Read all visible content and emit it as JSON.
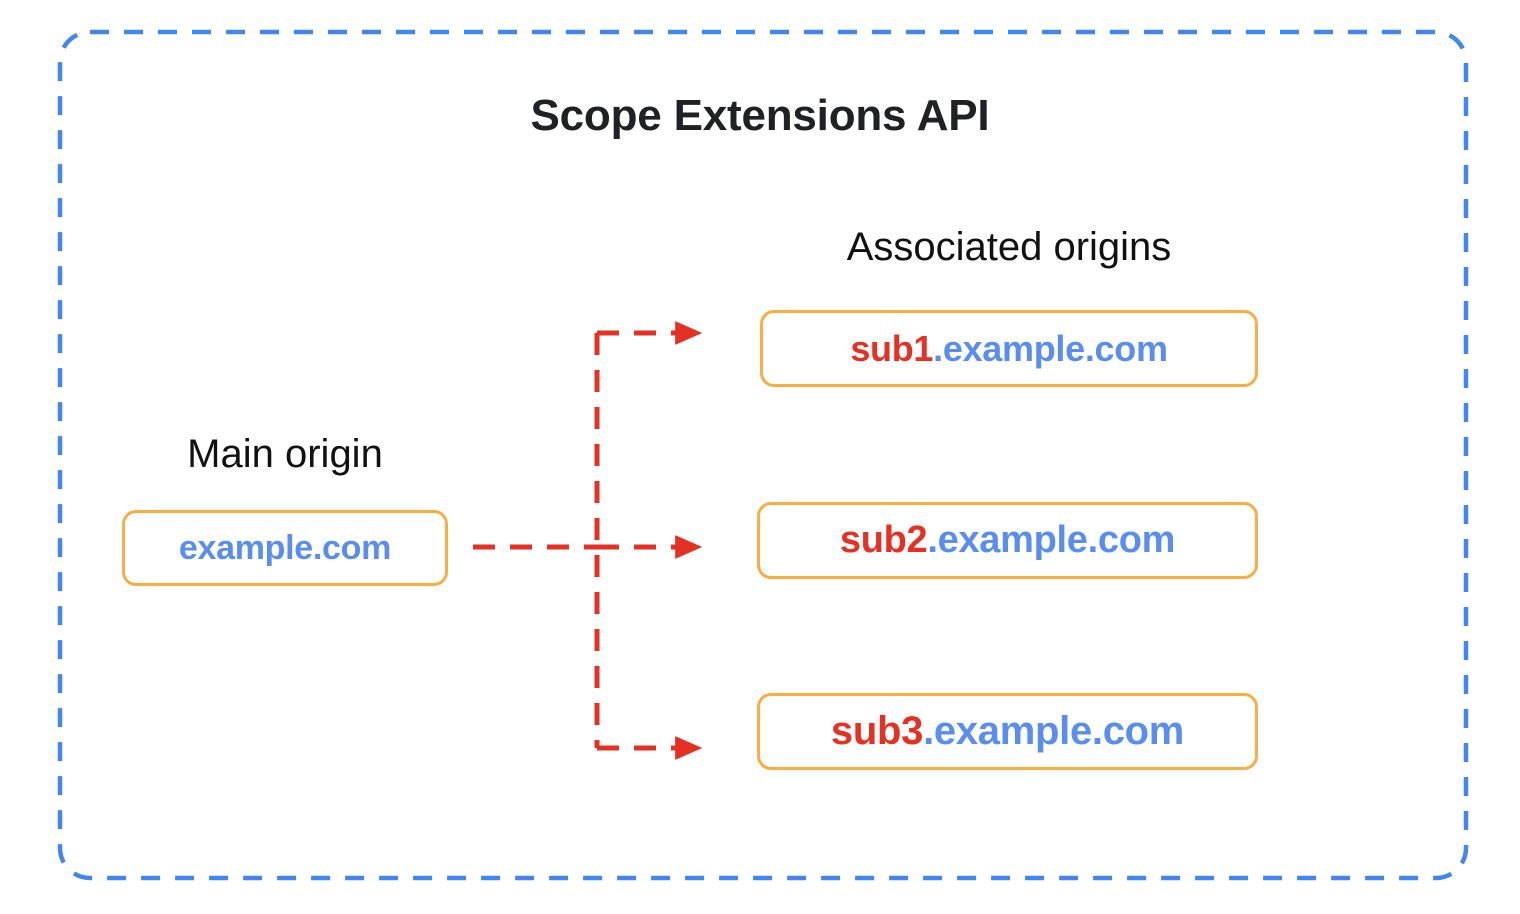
{
  "diagram": {
    "title": "Scope Extensions API",
    "frame_color": "#4285F4",
    "box_border_color": "#FBAD41",
    "arrow_color": "#E53124",
    "subdomain_text_color": "#E53124",
    "domain_text_color": "#5A8DF2",
    "title_color": "#202124"
  },
  "main_origin": {
    "label": "Main origin",
    "host_prefix": "",
    "host_domain": "example.com"
  },
  "associated_origins": {
    "label": "Associated origins",
    "items": [
      {
        "host_prefix": "sub1",
        "host_domain": ".example.com"
      },
      {
        "host_prefix": "sub2",
        "host_domain": ".example.com"
      },
      {
        "host_prefix": "sub3",
        "host_domain": ".example.com"
      }
    ]
  },
  "connectors": [
    {
      "name": "main-to-sub1",
      "style": "dashed-arrow"
    },
    {
      "name": "main-to-sub2",
      "style": "dashed-arrow"
    },
    {
      "name": "main-to-sub3",
      "style": "dashed-arrow"
    }
  ]
}
